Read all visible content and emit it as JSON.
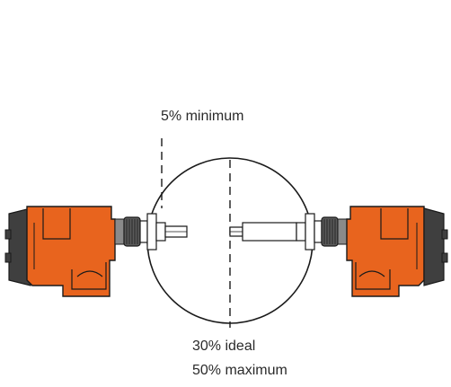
{
  "labels": {
    "minimum": "5% minimum",
    "ideal": "30% ideal",
    "maximum": "50% maximum"
  },
  "colors": {
    "sensor_orange": "#e8641e",
    "sensor_dark": "#3f3f3f",
    "outline": "#1a1a1a",
    "connector_gray": "#8a8a8a"
  }
}
